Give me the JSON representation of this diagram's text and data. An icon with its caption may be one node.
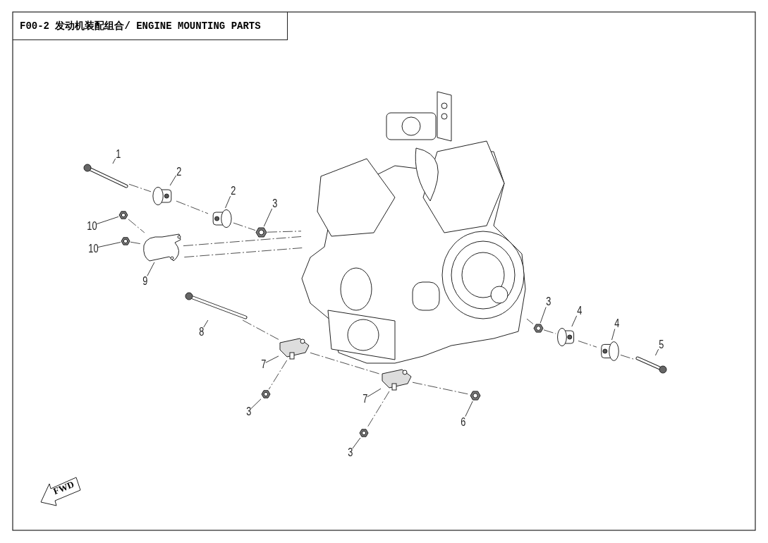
{
  "diagram": {
    "title": "F00-2 发动机装配组合/ ENGINE MOUNTING PARTS",
    "nodes": [
      {
        "text": [
          "1"
        ]
      },
      {
        "text": [],
        "shape": "picture"
      },
      {
        "text": [
          "2"
        ]
      },
      {
        "text": [],
        "shape": "picture"
      },
      {
        "text": [
          "2"
        ]
      },
      {
        "text": [],
        "shape": "picture"
      },
      {
        "text": [
          "3"
        ]
      },
      {
        "text": [],
        "shape": "picture"
      },
      {
        "text": [
          "10"
        ]
      },
      {
        "text": [],
        "shape": "picture"
      },
      {
        "text": [
          "10"
        ]
      },
      {
        "text": [],
        "shape": "picture"
      },
      {
        "text": [
          "9"
        ]
      },
      {
        "text": [],
        "shape": "picture"
      },
      {
        "text": [
          "8"
        ]
      },
      {
        "text": [],
        "shape": "picture"
      },
      {
        "text": [
          "7"
        ]
      },
      {
        "text": [],
        "shape": "picture"
      },
      {
        "text": [
          "3"
        ]
      },
      {
        "text": [],
        "shape": "picture"
      },
      {
        "text": [
          "7"
        ]
      },
      {
        "text": [],
        "shape": "picture"
      },
      {
        "text": [
          "3"
        ]
      },
      {
        "text": [],
        "shape": "picture"
      },
      {
        "text": [
          "6"
        ]
      },
      {
        "text": [],
        "shape": "picture"
      },
      {
        "text": [
          "3"
        ]
      },
      {
        "text": [],
        "shape": "picture"
      },
      {
        "text": [
          "4"
        ]
      },
      {
        "text": [],
        "shape": "picture"
      },
      {
        "text": [
          "4"
        ]
      },
      {
        "text": [],
        "shape": "picture"
      },
      {
        "text": [
          "5"
        ]
      },
      {
        "text": [],
        "shape": "picture"
      },
      {
        "text": [],
        "shape": "picture"
      },
      {
        "text": [
          "FWD"
        ]
      }
    ],
    "edges": [
      {
        "from": 0,
        "to": 1,
        "arrow": "none"
      },
      {
        "from": 2,
        "to": 3,
        "arrow": "none"
      },
      {
        "from": 4,
        "to": 5,
        "arrow": "none"
      },
      {
        "from": 6,
        "to": 7,
        "arrow": "none"
      },
      {
        "from": 8,
        "to": 9,
        "arrow": "none"
      },
      {
        "from": 10,
        "to": 11,
        "arrow": "none"
      },
      {
        "from": 12,
        "to": 13,
        "arrow": "none"
      },
      {
        "from": 14,
        "to": 15,
        "arrow": "none"
      },
      {
        "from": 16,
        "to": 17,
        "arrow": "none"
      },
      {
        "from": 18,
        "to": 19,
        "arrow": "none"
      },
      {
        "from": 20,
        "to": 21,
        "arrow": "none"
      },
      {
        "from": 22,
        "to": 23,
        "arrow": "none"
      },
      {
        "from": 24,
        "to": 25,
        "arrow": "none"
      },
      {
        "from": 26,
        "to": 27,
        "arrow": "none"
      },
      {
        "from": 28,
        "to": 29,
        "arrow": "none"
      },
      {
        "from": 30,
        "to": 31,
        "arrow": "none"
      },
      {
        "from": 32,
        "to": 33,
        "arrow": "none"
      },
      {
        "from": 1,
        "to": 3,
        "arrow": "none",
        "style": "dashed"
      },
      {
        "from": 3,
        "to": 5,
        "arrow": "none",
        "style": "dashed"
      },
      {
        "from": 5,
        "to": 7,
        "arrow": "none",
        "style": "dashed"
      },
      {
        "from": 7,
        "to": 34,
        "arrow": "none",
        "style": "dashed"
      },
      {
        "from": 9,
        "to": 13,
        "arrow": "none",
        "style": "dashed"
      },
      {
        "from": 13,
        "to": 34,
        "arrow": "none",
        "style": "dashed"
      },
      {
        "from": 11,
        "to": 13,
        "arrow": "none",
        "style": "dashed"
      },
      {
        "from": 13,
        "to": 34,
        "arrow": "none",
        "style": "dashed"
      },
      {
        "from": 15,
        "to": 17,
        "arrow": "none",
        "style": "dashed"
      },
      {
        "from": 17,
        "to": 21,
        "arrow": "none",
        "style": "dashed"
      },
      {
        "from": 21,
        "to": 25,
        "arrow": "none",
        "style": "dashed"
      },
      {
        "from": 17,
        "to": 19,
        "arrow": "none",
        "style": "dashed"
      },
      {
        "from": 21,
        "to": 23,
        "arrow": "none",
        "style": "dashed"
      },
      {
        "from": 34,
        "to": 27,
        "arrow": "none",
        "style": "dashed"
      },
      {
        "from": 27,
        "to": 29,
        "arrow": "none",
        "style": "dashed"
      },
      {
        "from": 29,
        "to": 31,
        "arrow": "none",
        "style": "dashed"
      },
      {
        "from": 31,
        "to": 33,
        "arrow": "none",
        "style": "dashed"
      }
    ]
  }
}
